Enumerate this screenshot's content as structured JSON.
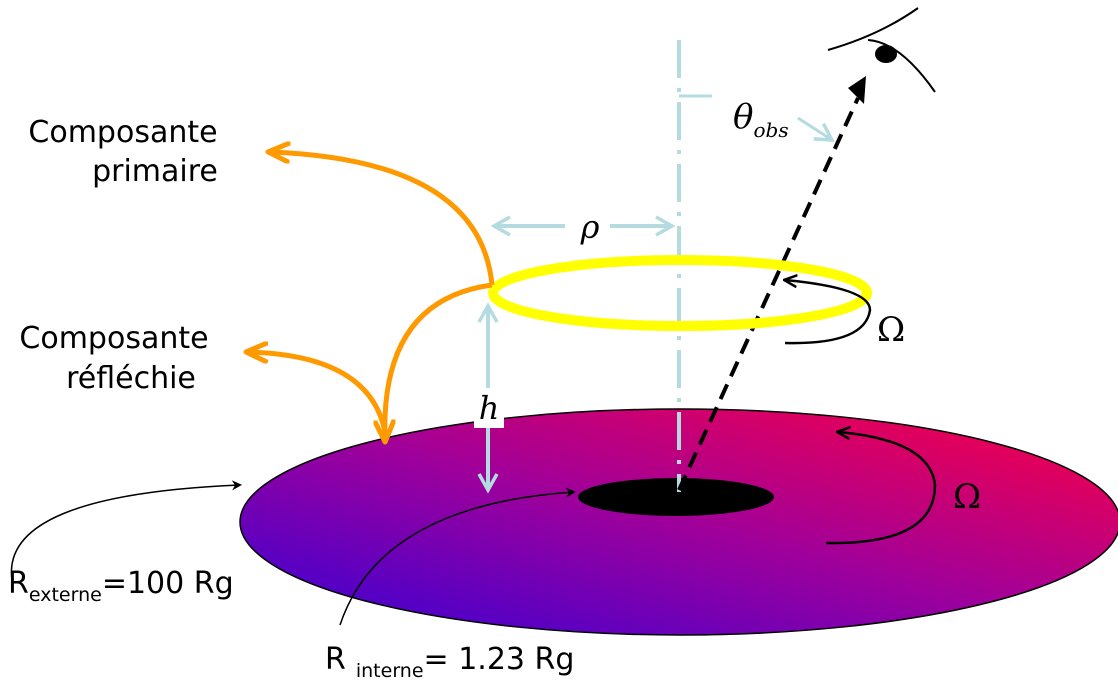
{
  "labels": {
    "primary_line1": "Composante",
    "primary_line2": "primaire",
    "reflected_line1": "Composante",
    "reflected_line2": "réfléchie",
    "rho": "ρ",
    "h": "h",
    "theta": "θ",
    "theta_sub": "obs",
    "omega_ring": "Ω",
    "omega_disk": "Ω",
    "r_ext_main": "R",
    "r_ext_sub": "externe",
    "r_ext_value": "=100 Rg",
    "r_int_main": "R",
    "r_int_sub": "interne",
    "r_int_value": "= 1.23 Rg"
  },
  "colors": {
    "disk_gradient_start": "#3a00d6",
    "disk_gradient_mid": "#a0009a",
    "disk_gradient_end": "#ff0040",
    "ring": "#ffff00",
    "arrows_component": "#ff9900",
    "guides": "#b4dce0",
    "black_hole": "#000000"
  }
}
